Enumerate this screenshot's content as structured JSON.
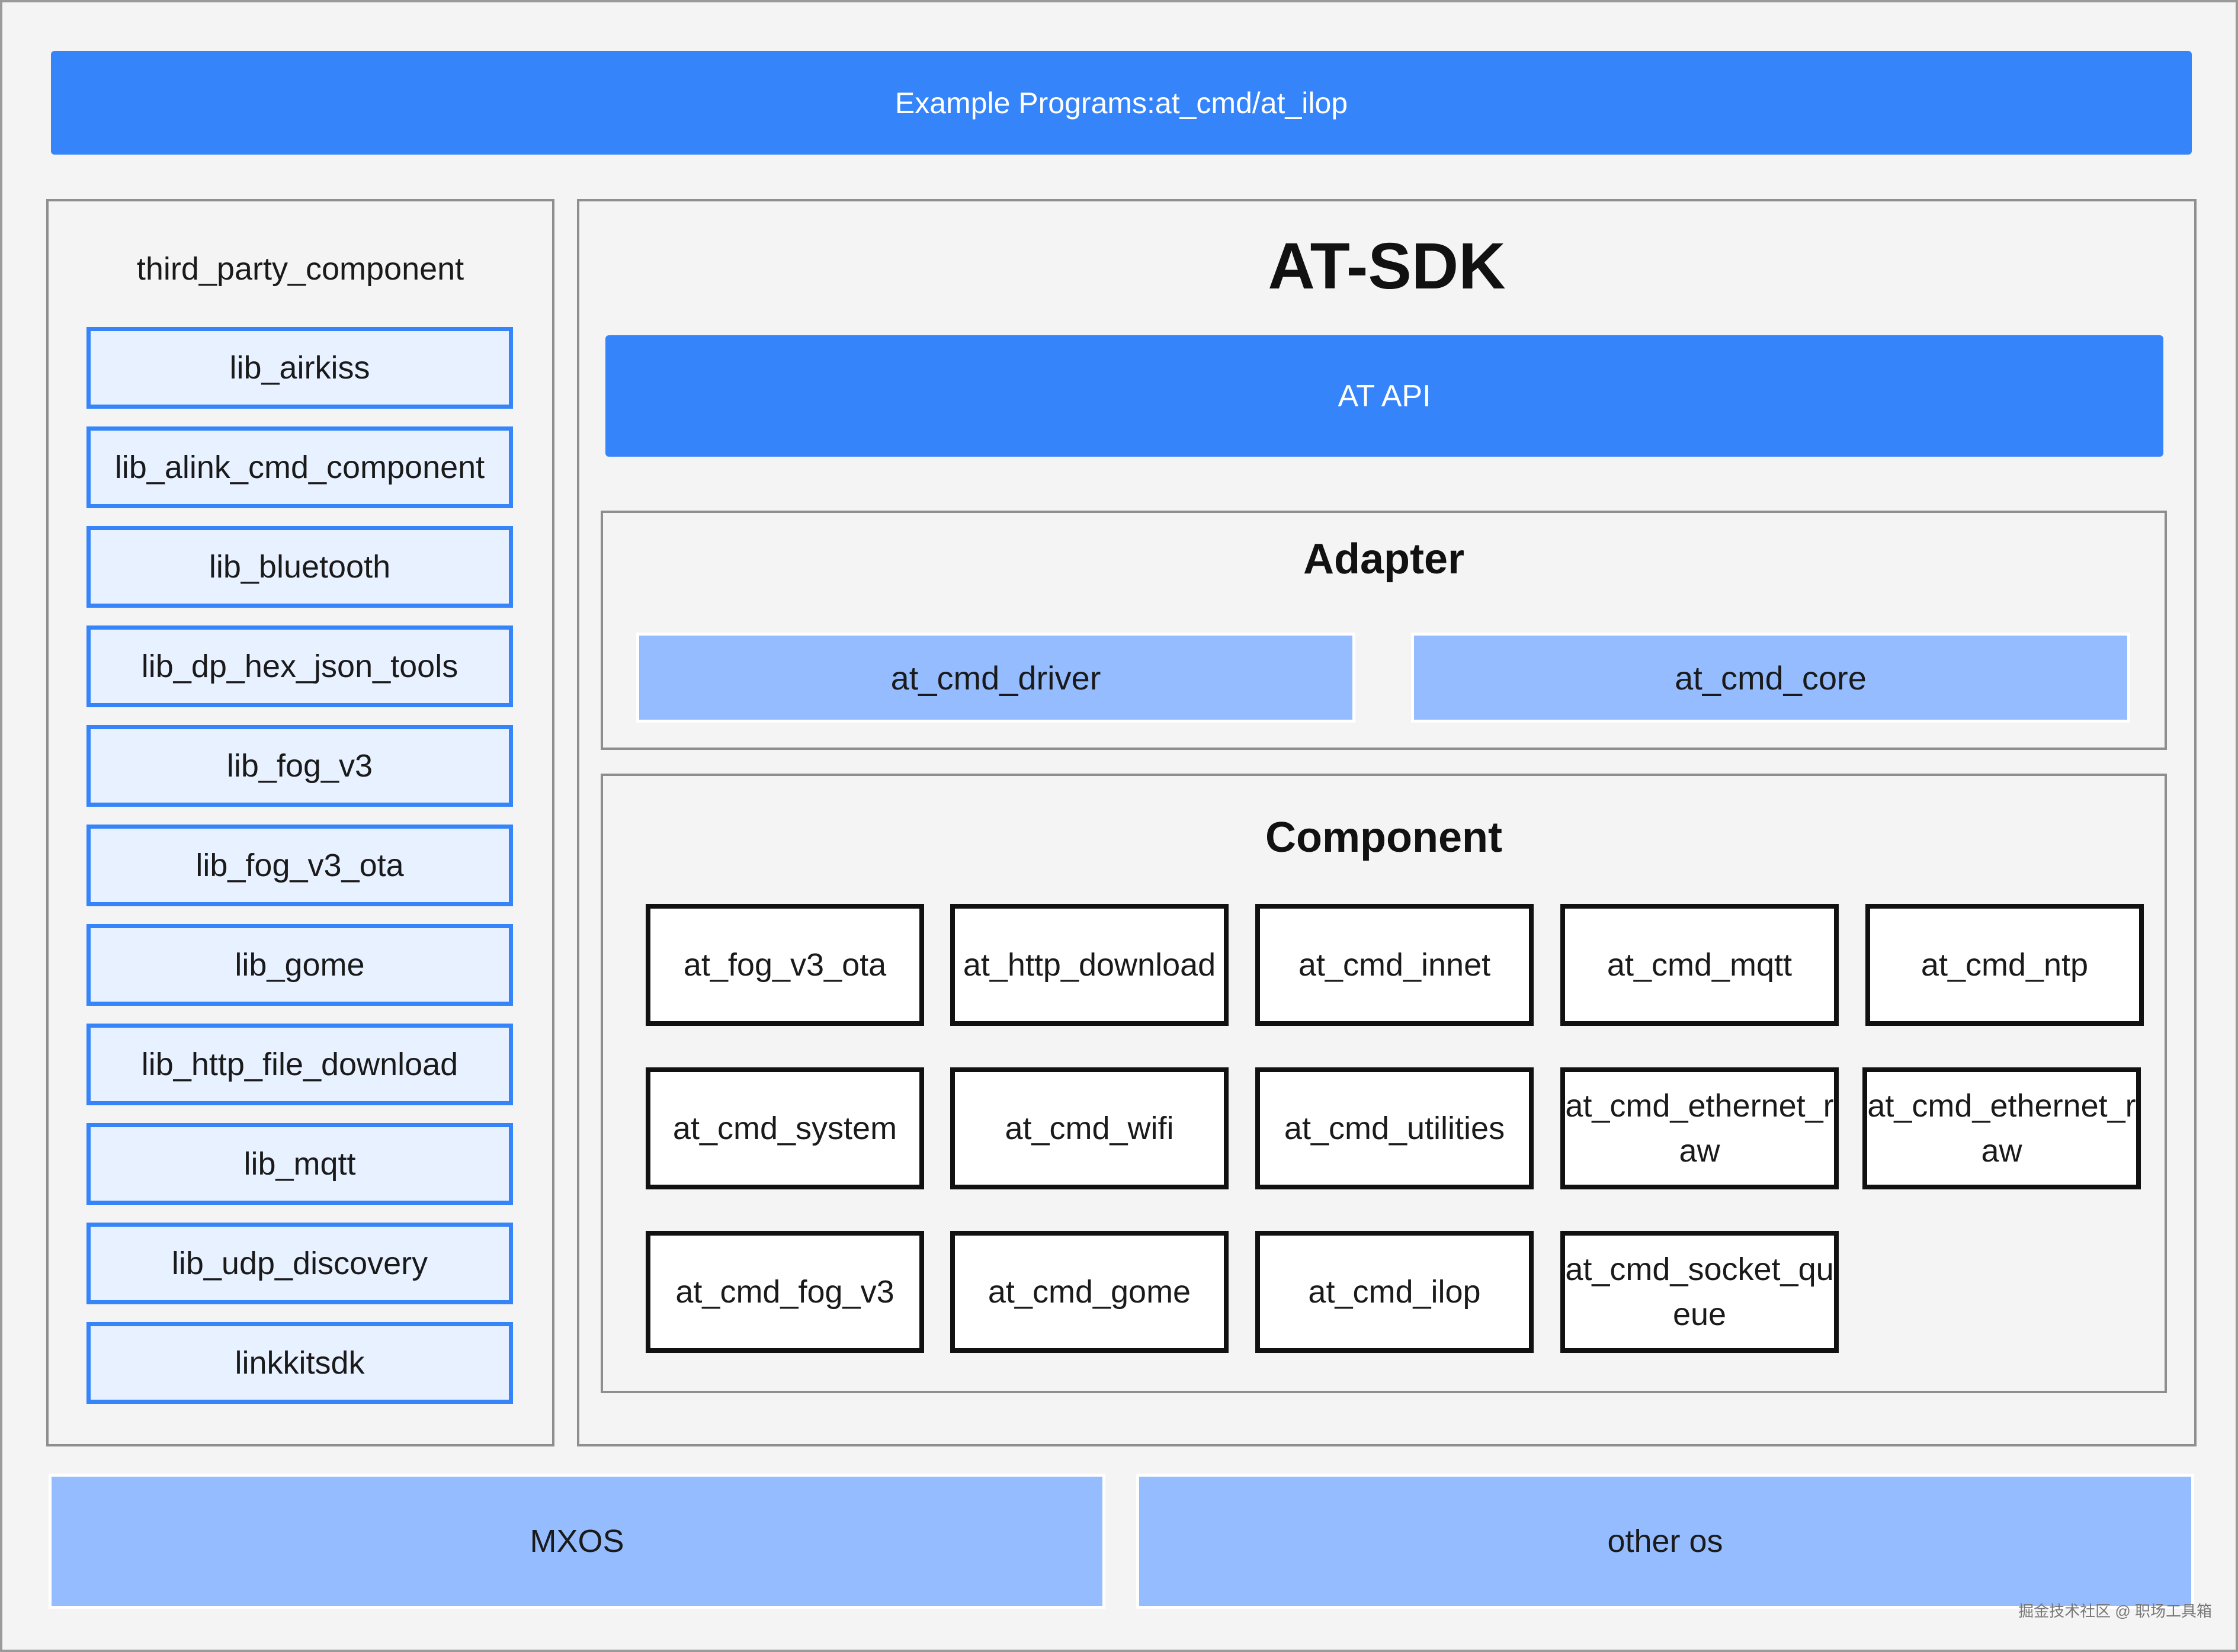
{
  "top_banner": {
    "label": "Example Programs:at_cmd/at_ilop"
  },
  "third_party": {
    "title": "third_party_component",
    "items": [
      "lib_airkiss",
      "lib_alink_cmd_component",
      "lib_bluetooth",
      "lib_dp_hex_json_tools",
      "lib_fog_v3",
      "lib_fog_v3_ota",
      "lib_gome",
      "lib_http_file_download",
      "lib_mqtt",
      "lib_udp_discovery",
      "linkkitsdk"
    ]
  },
  "sdk": {
    "title": "AT-SDK",
    "api_label": "AT API",
    "adapter": {
      "title": "Adapter",
      "items": [
        "at_cmd_driver",
        "at_cmd_core"
      ]
    },
    "component": {
      "title": "Component",
      "items": [
        "at_fog_v3_ota",
        "at_http_download",
        "at_cmd_innet",
        "at_cmd_mqtt",
        "at_cmd_ntp",
        "at_cmd_system",
        "at_cmd_wifi",
        "at_cmd_utilities",
        "at_cmd_ethernet_raw",
        "at_cmd_ethernet_raw",
        "at_cmd_fog_v3",
        "at_cmd_gome",
        "at_cmd_ilop",
        "at_cmd_socket_queue"
      ]
    }
  },
  "os": [
    "MXOS",
    "other os"
  ],
  "watermark": "掘金技术社区 @ 职场工具箱",
  "colors": {
    "primary_blue": "#3584f9",
    "light_blue": "#94bcff",
    "pale_blue": "#e8f1ff",
    "panel_border": "#8e8e8e",
    "background": "#f4f4f4"
  }
}
